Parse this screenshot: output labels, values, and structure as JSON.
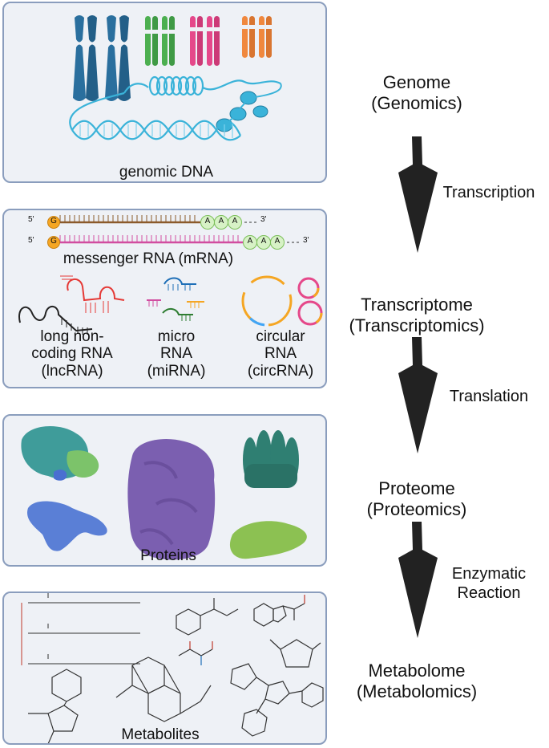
{
  "panels": {
    "genomic": {
      "label": "genomic DNA"
    },
    "rna": {
      "mrna_label": "messenger RNA (mRNA)",
      "strand_start": "5'",
      "strand_end": "3'",
      "cap": "G",
      "tail": "A",
      "lncrna": [
        "long non-",
        "coding RNA",
        "(lncRNA)"
      ],
      "mirna": [
        "micro",
        "RNA",
        "(miRNA)"
      ],
      "circrna": [
        "circular",
        "RNA",
        "(circRNA)"
      ]
    },
    "protein": {
      "label": "Proteins"
    },
    "metabolite": {
      "label": "Metabolites"
    }
  },
  "levels": [
    {
      "name": "Genome",
      "field": "(Genomics)"
    },
    {
      "name": "Transcriptome",
      "field": "(Transcriptomics)"
    },
    {
      "name": "Proteome",
      "field": "(Proteomics)"
    },
    {
      "name": "Metabolome",
      "field": "(Metabolomics)"
    }
  ],
  "processes": [
    {
      "lines": [
        "Transcription"
      ]
    },
    {
      "lines": [
        "Translation"
      ]
    },
    {
      "lines": [
        "Enzymatic",
        "Reaction"
      ]
    }
  ],
  "colors": {
    "panel_bg": "#eef1f6",
    "panel_border": "#8a9dbd",
    "chromosome_blue": "#2a6f9e",
    "chromosome_green": "#4caf50",
    "chromosome_pink": "#e5488a",
    "chromosome_orange": "#f0883e",
    "dna": "#3ab3d9",
    "arrow": "#222222"
  }
}
